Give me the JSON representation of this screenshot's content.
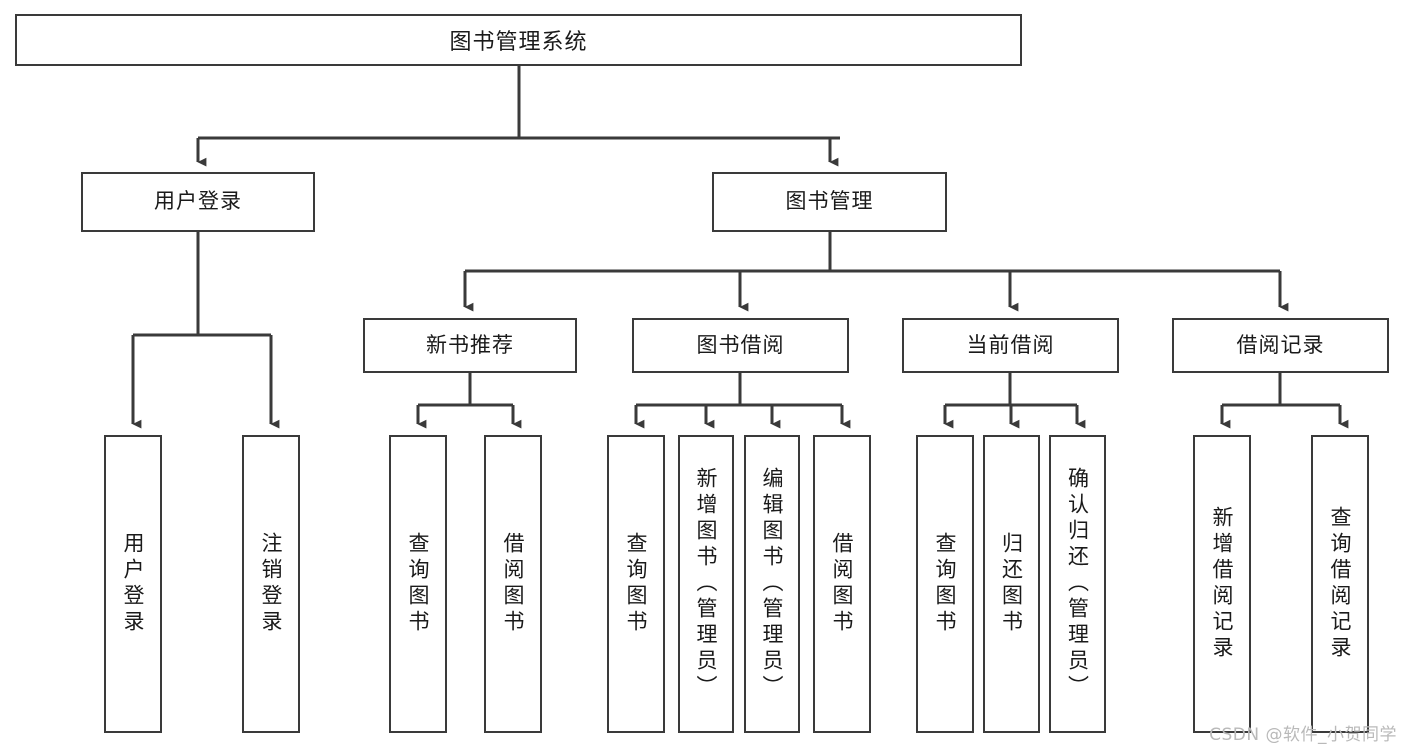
{
  "diagram": {
    "title": "图书管理系统",
    "type": "tree-hierarchy",
    "root": {
      "label": "图书管理系统"
    },
    "level2": [
      {
        "label": "用户登录"
      },
      {
        "label": "图书管理"
      }
    ],
    "level3": [
      {
        "label": "新书推荐"
      },
      {
        "label": "图书借阅"
      },
      {
        "label": "当前借阅"
      },
      {
        "label": "借阅记录"
      }
    ],
    "leaves": {
      "user_login": [
        {
          "label": "用户登录"
        },
        {
          "label": "注销登录"
        }
      ],
      "new_book_recommend": [
        {
          "label": "查询图书"
        },
        {
          "label": "借阅图书"
        }
      ],
      "book_borrow": [
        {
          "label": "查询图书"
        },
        {
          "label": "新增图书（管理员）"
        },
        {
          "label": "编辑图书（管理员）"
        },
        {
          "label": "借阅图书"
        }
      ],
      "current_borrow": [
        {
          "label": "查询图书"
        },
        {
          "label": "归还图书"
        },
        {
          "label": "确认归还（管理员）"
        }
      ],
      "borrow_record": [
        {
          "label": "新增借阅记录"
        },
        {
          "label": "查询借阅记录"
        }
      ]
    }
  },
  "watermark": {
    "text": "CSDN @软件_小贺同学"
  },
  "colors": {
    "border": "#3a3a3a",
    "text": "#1a1a1a",
    "background": "#ffffff",
    "watermark": "#b9b9b9"
  }
}
